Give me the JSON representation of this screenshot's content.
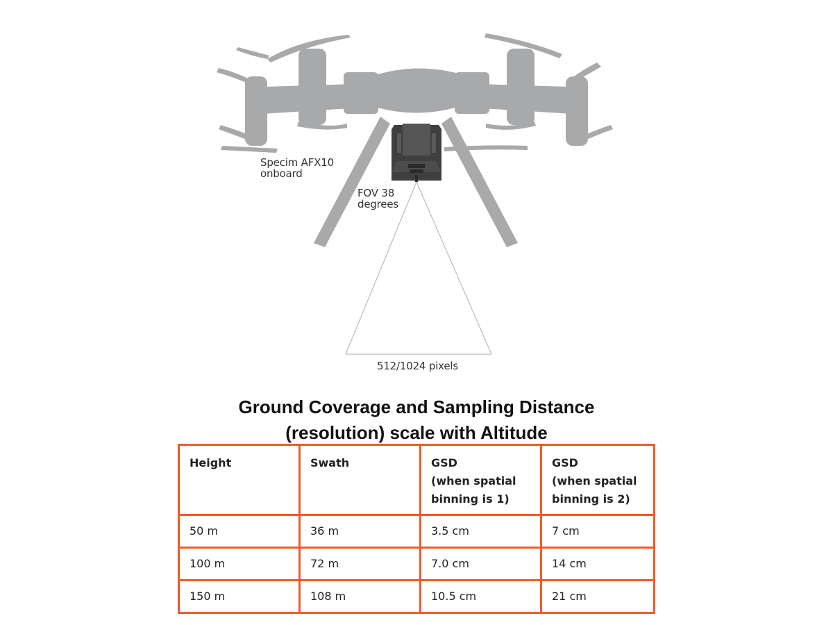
{
  "diagram": {
    "labels": {
      "sensor": [
        "Specim AFX10",
        "onboard"
      ],
      "fov": [
        "FOV 38",
        "degrees"
      ],
      "swath_pixels": "512/1024 pixels"
    },
    "colors": {
      "drone_silhouette": "#a8a9ab",
      "sensor_body": "#4a4a4a",
      "fov_lines": "#bbbbbb",
      "table_border": "#ef5b2a"
    }
  },
  "title": {
    "line1": "Ground Coverage and Sampling Distance",
    "line2": "(resolution) scale with Altitude"
  },
  "table": {
    "headers": [
      {
        "title": "Height",
        "sub1": "",
        "sub2": ""
      },
      {
        "title": "Swath",
        "sub1": "",
        "sub2": ""
      },
      {
        "title": "GSD",
        "sub1": "(when spatial",
        "sub2": "binning is 1)"
      },
      {
        "title": "GSD",
        "sub1": "(when spatial",
        "sub2": "binning is 2)"
      }
    ],
    "rows": [
      [
        "50 m",
        "36 m",
        "3.5 cm",
        "7 cm"
      ],
      [
        "100 m",
        "72 m",
        "7.0 cm",
        "14 cm"
      ],
      [
        "150 m",
        "108 m",
        "10.5 cm",
        "21 cm"
      ]
    ]
  }
}
